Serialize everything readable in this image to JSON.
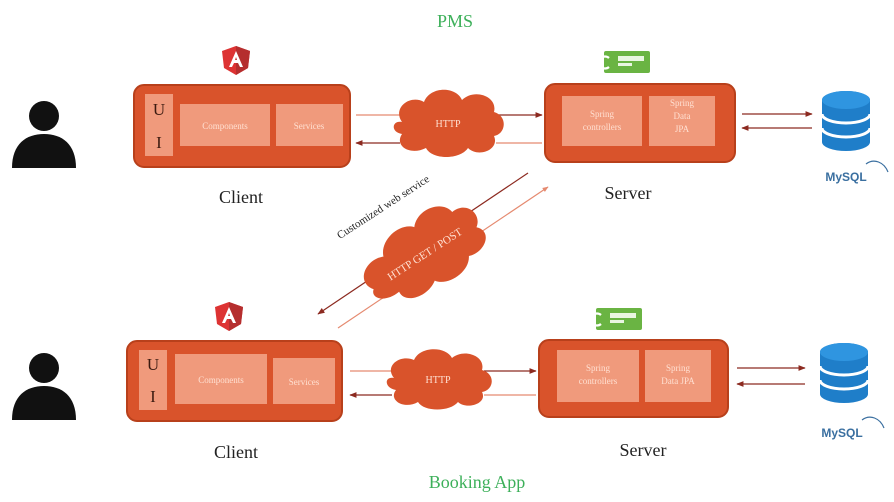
{
  "top_system": {
    "title": "PMS",
    "client": {
      "ui_letters": [
        "U",
        "I"
      ],
      "components_label": "Components",
      "services_label": "Services",
      "caption": "Client",
      "framework_icon": "angular-logo-icon"
    },
    "protocol_label": "HTTP",
    "server": {
      "controllers_label": [
        "Spring",
        "controllers"
      ],
      "data_label": [
        "Spring",
        "Data",
        "JPA"
      ],
      "caption": "Server",
      "framework_icon": "spring-logo-icon"
    },
    "database_icon": "mysql-database-icon",
    "database_logo_text": "MySQL"
  },
  "link": {
    "protocol_label": "HTTP GET / POST",
    "caption": "Customized web service"
  },
  "bottom_system": {
    "title": "Booking App",
    "client": {
      "ui_letters": [
        "U",
        "I"
      ],
      "components_label": "Components",
      "services_label": "Services",
      "caption": "Client",
      "framework_icon": "angular-logo-icon"
    },
    "protocol_label": "HTTP",
    "server": {
      "controllers_label": [
        "Spring",
        "controllers"
      ],
      "data_label": [
        "Spring",
        "Data JPA"
      ],
      "caption": "Server",
      "framework_icon": "spring-logo-icon"
    },
    "database_icon": "mysql-database-icon",
    "database_logo_text": "MySQL"
  },
  "colors": {
    "box_fill": "#d9532b",
    "box_stroke": "#b8401b",
    "inner_fill": "#f09a7c",
    "cloud_fill": "#d9532b",
    "arrow": "#8c2a20",
    "title_green": "#3db05a",
    "spring_green": "#6ab443",
    "db_blue": "#1f7ec9",
    "angular_red": "#dd3333"
  }
}
